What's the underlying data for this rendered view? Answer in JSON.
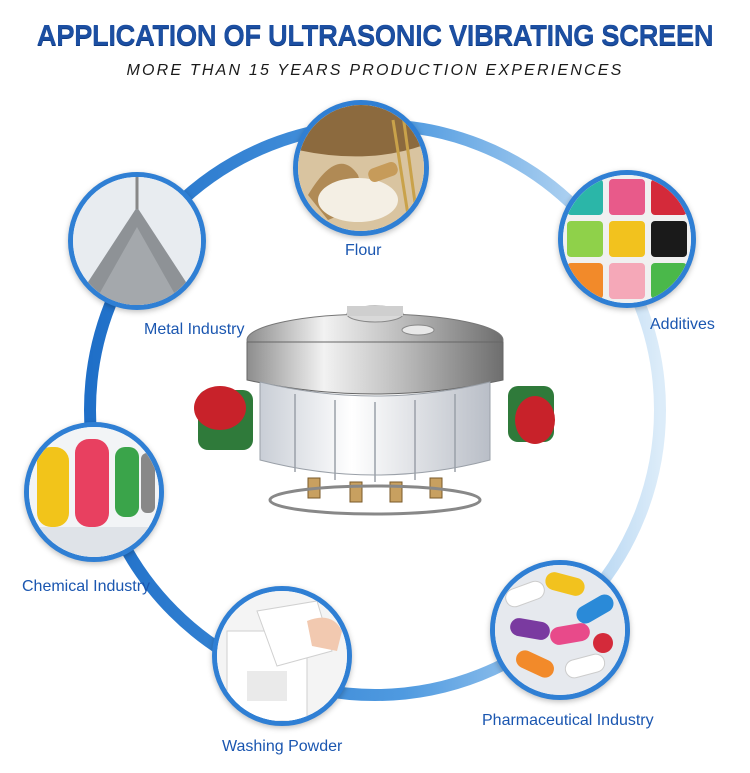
{
  "header": {
    "title": "APPLICATION OF ULTRASONIC VIBRATING SCREEN",
    "subtitle": "MORE THAN 15 YEARS PRODUCTION EXPERIENCES"
  },
  "applications": [
    {
      "label": "Flour"
    },
    {
      "label": "Additives"
    },
    {
      "label": "Metal Industry"
    },
    {
      "label": "Chemical Industry"
    },
    {
      "label": "Washing Powder"
    },
    {
      "label": "Pharmaceutical Industry"
    }
  ],
  "colors": {
    "title": "#1c4fa2",
    "ring": "#2f7fd4",
    "label": "#1a56b0"
  }
}
